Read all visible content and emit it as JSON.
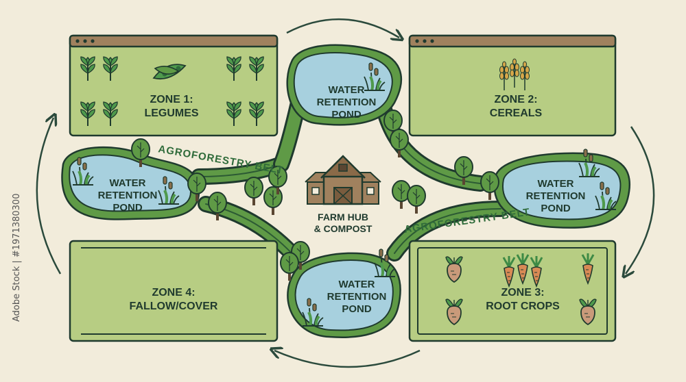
{
  "zones": {
    "zone1": {
      "line1": "ZONE 1:",
      "line2": "LEGUMES"
    },
    "zone2": {
      "line1": "ZONE 2:",
      "line2": "CEREALS"
    },
    "zone3": {
      "line1": "ZONE 3:",
      "line2": "ROOT CROPS"
    },
    "zone4": {
      "line1": "ZONE 4:",
      "line2": "FALLOW/COVER"
    }
  },
  "ponds": {
    "top": {
      "line1": "WATER",
      "line2": "RETENTION",
      "line3": "POND"
    },
    "left": {
      "line1": "WATER",
      "line2": "RETENTION",
      "line3": "POND"
    },
    "right": {
      "line1": "WATER",
      "line2": "RETENTION",
      "line3": "POND"
    },
    "bottom": {
      "line1": "WATER",
      "line2": "RETENTION",
      "line3": "POND"
    }
  },
  "belts": {
    "left": "AGROFORESTRY BELT",
    "right": "AGROFORESTRY BELT"
  },
  "hub": {
    "line1": "FARM HUB",
    "line2": "& COMPOST"
  },
  "side_id": "Adobe Stock | #1971380300",
  "colors": {
    "background": "#f2ecdb",
    "field": "#b7cd83",
    "pond": "#a7d0de",
    "outline": "#1f3a2e",
    "belt": "#5f9a46",
    "titlebar": "#a0815e"
  },
  "icons": [
    "sprout-icon",
    "pea-pod-icon",
    "wheat-icon",
    "beet-icon",
    "carrot-icon",
    "tree-icon",
    "reed-icon",
    "barn-icon",
    "cycle-arrow-icon"
  ]
}
